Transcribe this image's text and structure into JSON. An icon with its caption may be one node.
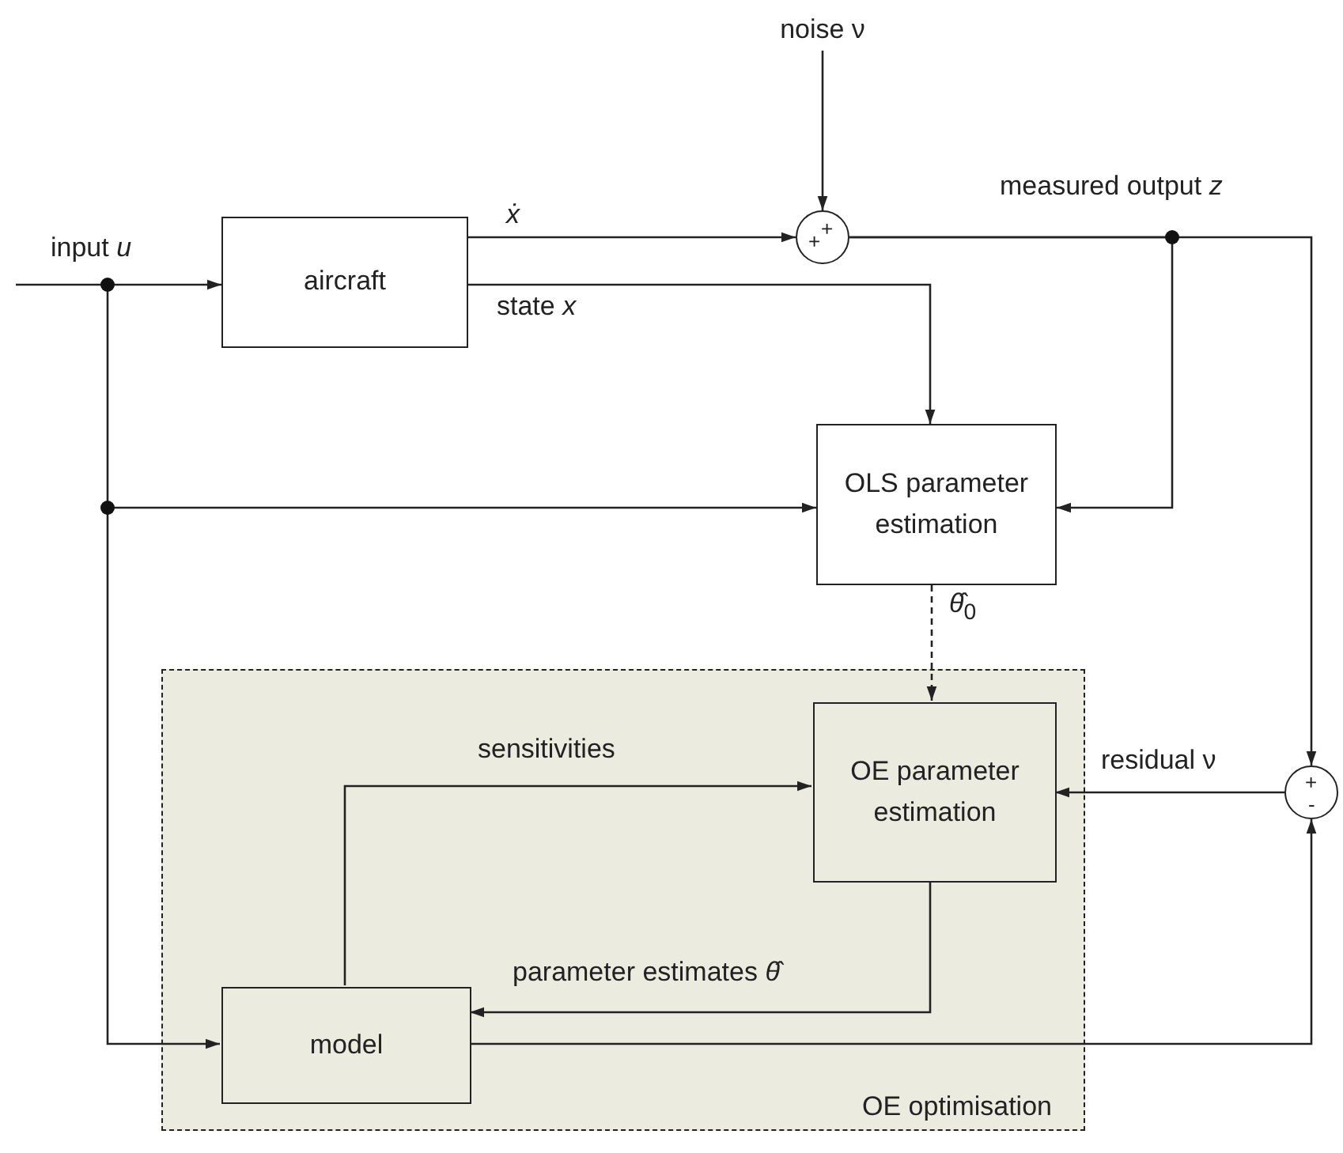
{
  "diagram": {
    "nodes": [
      {
        "text": [
          "noise ν"
        ]
      },
      {
        "text": [
          "aircraft"
        ]
      },
      {
        "text": [
          "+",
          "+"
        ]
      },
      {
        "text": [
          "OLS parameter estimation"
        ]
      },
      {
        "text": [
          "OE optimisation"
        ]
      },
      {
        "text": [
          "OE parameter estimation"
        ],
        "in": 4
      },
      {
        "text": [
          "model"
        ],
        "in": 4
      },
      {
        "text": [
          "+",
          "-"
        ]
      }
    ],
    "edges": [
      {
        "from": null,
        "to": 1,
        "arrow": "to",
        "label": "input *u*"
      },
      {
        "from": 0,
        "to": 2,
        "arrow": "to"
      },
      {
        "from": 1,
        "to": 2,
        "arrow": "to",
        "label": "ẋ"
      },
      {
        "from": 1,
        "to": 3,
        "arrow": "to",
        "label": "state *x*"
      },
      {
        "from": 2,
        "to": 7,
        "arrow": "to",
        "label": "measured output  *z*"
      },
      {
        "from": 2,
        "to": 3,
        "arrow": "to"
      },
      {
        "from": null,
        "to": 3,
        "arrow": "to"
      },
      {
        "from": null,
        "to": 6,
        "arrow": "to"
      },
      {
        "from": 3,
        "to": 5,
        "arrow": "to",
        "style": "dashed",
        "label": "*θ̂*$_{0}$"
      },
      {
        "from": 6,
        "to": 5,
        "arrow": "to",
        "label": "sensitivities"
      },
      {
        "from": 5,
        "to": 6,
        "arrow": "to",
        "label": "parameter estimates *θ̂*"
      },
      {
        "from": 7,
        "to": 5,
        "arrow": "to",
        "label": "residual ν"
      },
      {
        "from": 6,
        "to": 7,
        "arrow": "to"
      }
    ]
  }
}
